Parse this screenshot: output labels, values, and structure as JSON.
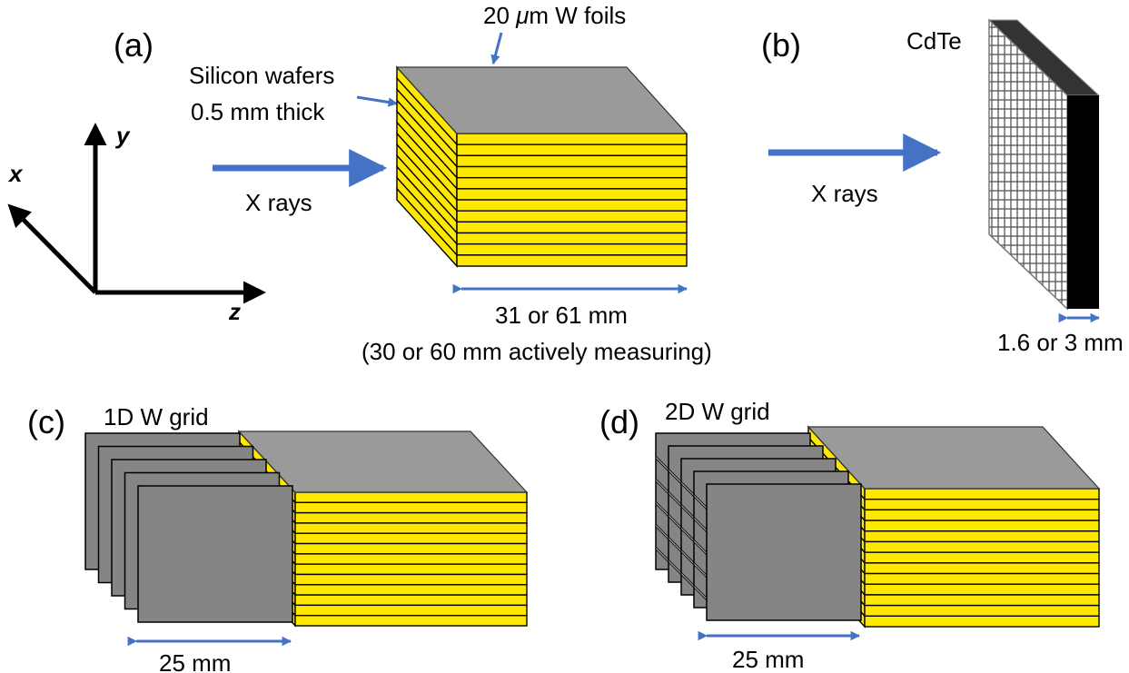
{
  "panels": {
    "a": "(a)",
    "b": "(b)",
    "c": "(c)",
    "d": "(d)"
  },
  "axes": {
    "x": "x",
    "y": "y",
    "z": "z"
  },
  "panel_a": {
    "foil_label_prefix": "20 ",
    "foil_label_mu": "μ",
    "foil_label_suffix": "m W foils",
    "wafer_line1": "Silicon wafers",
    "wafer_line2": "0.5 mm thick",
    "beam_label": "X rays",
    "dim_line1": "31 or 61 mm",
    "dim_line2": "(30 or 60 mm actively measuring)"
  },
  "panel_b": {
    "material": "CdTe",
    "beam_label": "X rays",
    "dim": "1.6 or 3 mm"
  },
  "panel_c": {
    "title": "1D W grid",
    "dim": "25 mm"
  },
  "panel_d": {
    "title": "2D W grid",
    "dim": "25 mm"
  },
  "colors": {
    "beam": "#4472C4",
    "silicon": "#FFE800",
    "foil_top": "#9a9a9a",
    "grid": "#858585",
    "detector": "#000000"
  }
}
